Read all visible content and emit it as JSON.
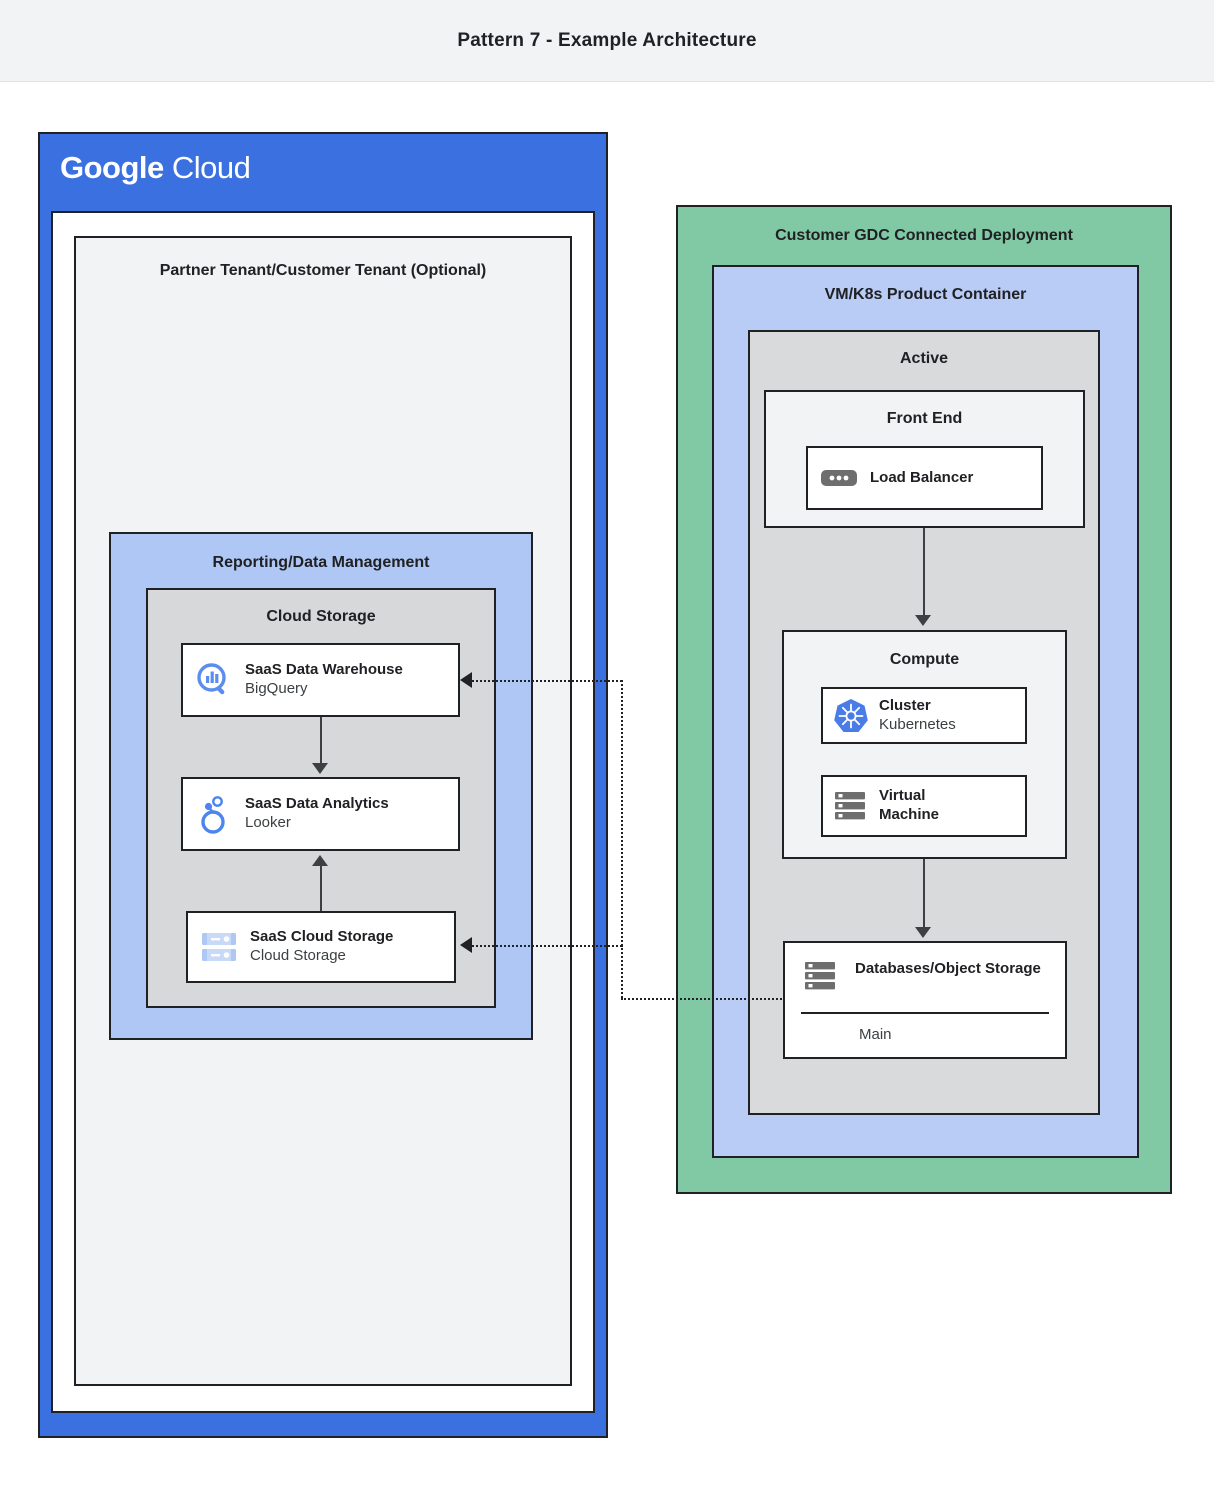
{
  "header": {
    "title": "Pattern 7 - Example Architecture"
  },
  "google_cloud": {
    "logo_part1": "Google",
    "logo_part2": "Cloud",
    "brand_color": "#3b70e0"
  },
  "left_column": {
    "tenant": {
      "title": "Partner Tenant/Customer Tenant (Optional)",
      "bg": "#f1f3f4"
    },
    "reporting": {
      "title": "Reporting/Data Management",
      "bg": "#aec7f4"
    },
    "cloud_storage_group": {
      "title": "Cloud Storage",
      "bg": "#d6d8da"
    },
    "cards": [
      {
        "icon": "bigquery-icon",
        "title": "SaaS Data Warehouse",
        "subtitle": "BigQuery"
      },
      {
        "icon": "looker-icon",
        "title": "SaaS Data Analytics",
        "subtitle": "Looker"
      },
      {
        "icon": "cloud-storage-icon",
        "title": "SaaS Cloud Storage",
        "subtitle": "Cloud Storage"
      }
    ]
  },
  "right_column": {
    "gdc": {
      "title": "Customer GDC Connected Deployment",
      "bg": "#81c9a5"
    },
    "vm_k8s": {
      "title": "VM/K8s Product Container",
      "bg": "#b8ccf5"
    },
    "active": {
      "title": "Active",
      "bg": "#d9dadc"
    },
    "front_end": {
      "title": "Front End",
      "bg": "#f1f3f4"
    },
    "load_balancer": {
      "icon": "load-balancer-icon",
      "title": "Load Balancer"
    },
    "compute": {
      "title": "Compute",
      "bg": "#f1f3f4"
    },
    "compute_cards": [
      {
        "icon": "kubernetes-icon",
        "title": "Cluster",
        "subtitle": "Kubernetes"
      },
      {
        "icon": "virtual-machine-icon",
        "title": "Virtual Machine",
        "subtitle": ""
      }
    ],
    "database": {
      "icon": "database-storage-icon",
      "title": "Databases/Object Storage",
      "instance": "Main"
    }
  }
}
